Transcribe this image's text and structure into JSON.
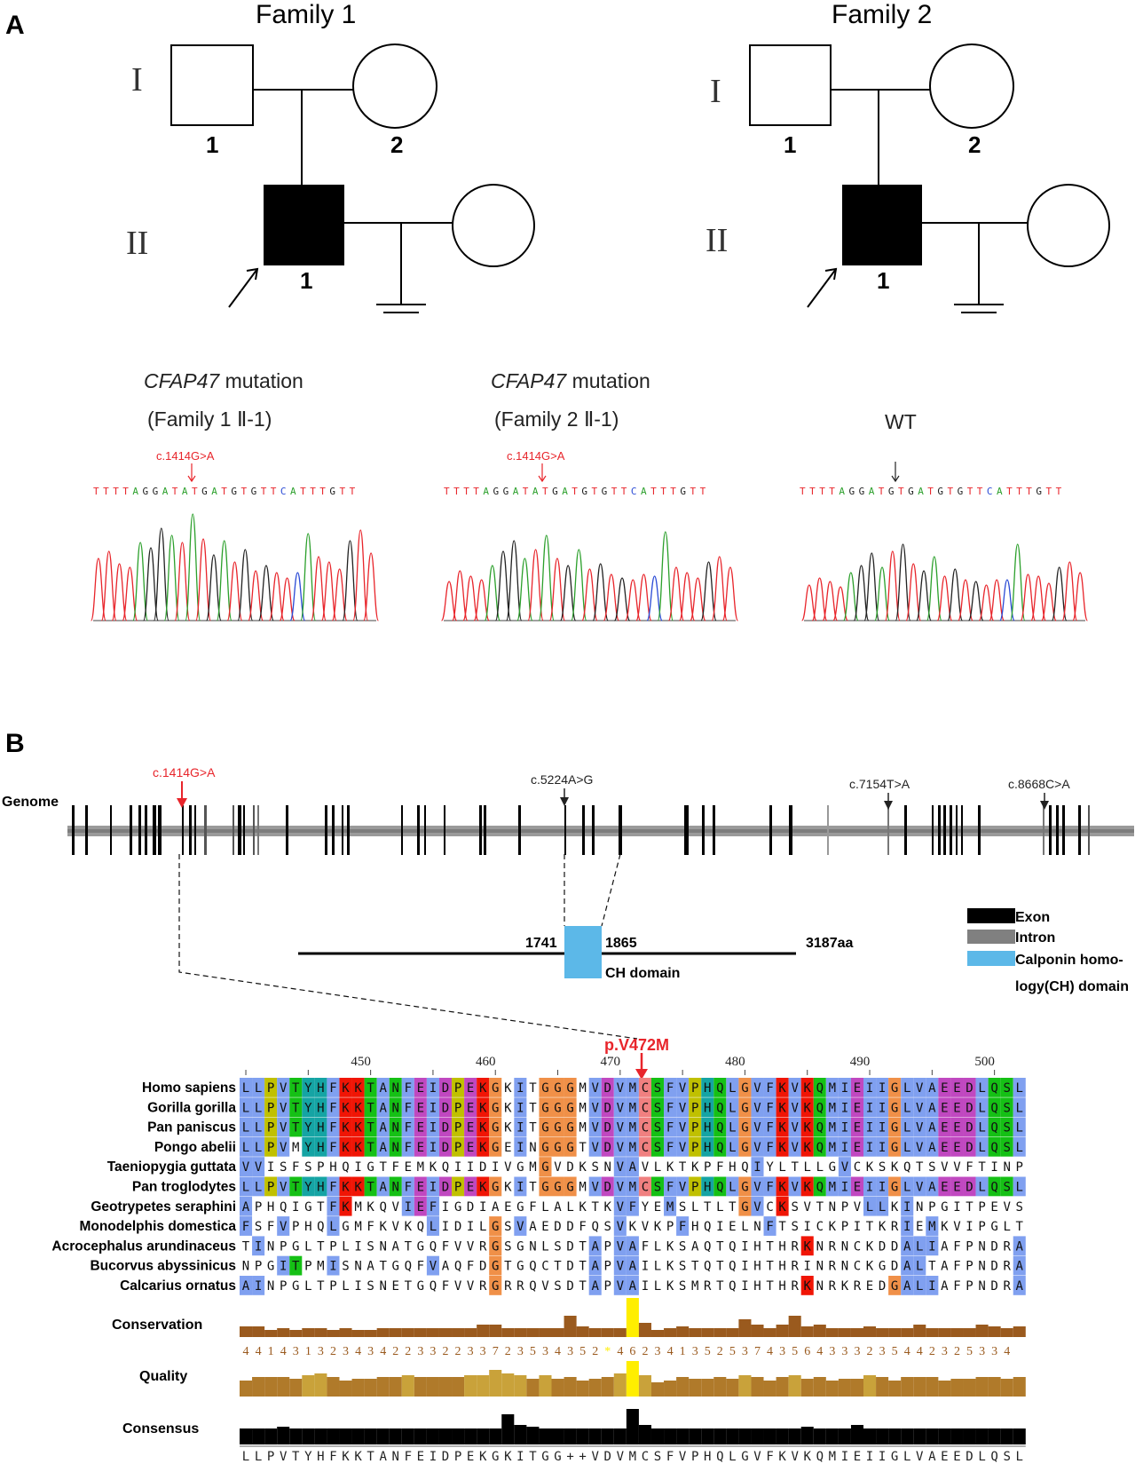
{
  "panel_a": {
    "label": "A",
    "family1_title": "Family 1",
    "family2_title": "Family 2",
    "gen_I": "I",
    "gen_II": "II",
    "ind_1": "1",
    "ind_2": "2",
    "trace1_title_gene": "CFAP47",
    "trace1_title_rest": " mutation",
    "trace1_sub": "(Family 1 Ⅱ-1)",
    "trace2_title_gene": "CFAP47",
    "trace2_title_rest": " mutation",
    "trace2_sub": "(Family 2 Ⅱ-1)",
    "trace3_title": "WT",
    "mutation_label": "c.1414G>A",
    "seq_mut": "TTTTAGGATATGATGTGTTCATTTGTT",
    "seq_wt": "TTTTAGGATGTGATGTGTTCATTTGTT"
  },
  "panel_b": {
    "label": "B",
    "genome_label": "Genome",
    "variants": [
      "c.1414G>A",
      "c.5224A>G",
      "c.7154T>A",
      "c.8668C>A"
    ],
    "domain_start": "1741",
    "domain_end": "1865",
    "protein_length": "3187aa",
    "domain_label": "CH domain",
    "legend": {
      "exon": "Exon",
      "intron": "Intron",
      "ch1": "Calponin homo-",
      "ch2": "logy(CH) domain"
    },
    "variant_protein": "p.V472M",
    "ruler_ticks": [
      "450",
      "460",
      "470",
      "480",
      "490",
      "500"
    ],
    "species": [
      {
        "name": "Homo sapiens",
        "seq": "LLPVTYHFKKTANFEIDPEKGKITGGGMVDVMCSFVPHQLGVFKVKQMIEIIGLVAEEDLQSL"
      },
      {
        "name": "Gorilla gorilla",
        "seq": "LLPVTYHFKKTANFEIDPEKGKITGGGMVDVMCSFVPHQLGVFKVKQMIEIIGLVAEEDLQSL"
      },
      {
        "name": "Pan paniscus",
        "seq": "LLPVTYHFKKTANFEIDPEKGKITGGGMVDVMCSFVPHQLGVFKVKQMIEIIGLVAEEDLQSL"
      },
      {
        "name": "Pongo abelii",
        "seq": "LLPVMYHFKKTANFEIDPEKGEINGGGTVDVMCSFVPHQLGVFKVKQMIEIIGLVAEEDLQSL"
      },
      {
        "name": "Taeniopygia guttata",
        "seq": "VVISFSPHQIGTFEMKQIIDIVGMGVDKSNVAVLKTKPFHQIYLTLLGVCKSKQTSVVFTINP"
      },
      {
        "name": "Pan troglodytes",
        "seq": "LLPVTYHFKKTANFEIDPEKGKITGGGMVDVMCSFVPHQLGVFKVKQMIEIIGLVAEEDLQSL"
      },
      {
        "name": "Geotrypetes seraphini",
        "seq": "APHQIGTFKMKQVIEFIGDIAEGFLALKTKVFYEMSLTLTGVCKSVTNPVLLKINPGITPEVS"
      },
      {
        "name": "Monodelphis domestica",
        "seq": "FSFVPHQLGMFKVKQLIDILGSVAEDDFQSVKVKPFHQIELNFTSICKPITKRIEMKVIPGLT"
      },
      {
        "name": "Acrocephalus arundinaceus",
        "seq": "TINPGLTPLISNATGQFVVRGSGNLSDTAPVAFLKSAQTQIHTHRKNRNCKDDALIAFPNDRA"
      },
      {
        "name": "Bucorvus abyssinicus",
        "seq": "NPGITPMISNATGQFVAQFDGTGQCTDTAPVAILKSTQTQIHTHRINRNCKGDALTAFPNDRA"
      },
      {
        "name": "Calcarius ornatus",
        "seq": "AINPGLTPLISNETGQFVVRGRRQVSDTAPVAILKSMRTQIHTHRKNRKREDGALIAFPNDRA"
      }
    ],
    "conservation_label": "Conservation",
    "conservation_digits": "4414313234342233223372353435 2*46234135253743564333235442325334",
    "quality_label": "Quality",
    "consensus_label": "Consensus",
    "consensus_seq": "LLPVTYHFKKTANFEIDPEKGKITGG++VDVMCSFVPHQLGVFKVKQMIEIIGLVAEEDLQSL"
  }
}
